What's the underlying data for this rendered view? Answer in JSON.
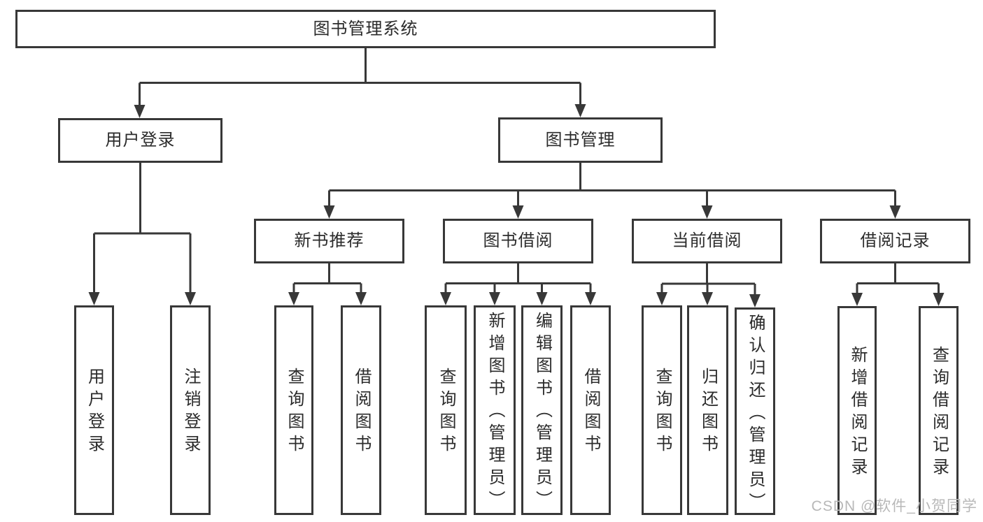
{
  "diagram": {
    "type": "hierarchy-tree",
    "tree": {
      "root": {
        "label": "图书管理系统",
        "children": {
          "user_login": {
            "label": "用户登录",
            "children": {
              "login": {
                "label": "用户登录"
              },
              "logout": {
                "label": "注销登录"
              }
            }
          },
          "book_mgmt": {
            "label": "图书管理",
            "children": {
              "new_book": {
                "label": "新书推荐",
                "children": {
                  "query": {
                    "label": "查询图书"
                  },
                  "borrow": {
                    "label": "借阅图书"
                  }
                }
              },
              "book_borrow": {
                "label": "图书借阅",
                "children": {
                  "query": {
                    "label": "查询图书"
                  },
                  "add": {
                    "label": "新增图书（管理员）"
                  },
                  "edit": {
                    "label": "编辑图书（管理员）"
                  },
                  "borrow": {
                    "label": "借阅图书"
                  }
                }
              },
              "current_borrow": {
                "label": "当前借阅",
                "children": {
                  "query": {
                    "label": "查询图书"
                  },
                  "return": {
                    "label": "归还图书"
                  },
                  "confirm": {
                    "label": "确认归还（管理员）"
                  }
                }
              },
              "borrow_record": {
                "label": "借阅记录",
                "children": {
                  "add": {
                    "label": "新增借阅记录"
                  },
                  "query": {
                    "label": "查询借阅记录"
                  }
                }
              }
            }
          }
        }
      }
    }
  },
  "watermark": {
    "text": "CSDN @软件_小贺同学"
  },
  "colors": {
    "line": "#383838",
    "box_border": "#383838",
    "box_background": "#ffffff",
    "text": "#2b2b2b",
    "watermark": "#b8b8b8",
    "page_background": "#ffffff"
  }
}
